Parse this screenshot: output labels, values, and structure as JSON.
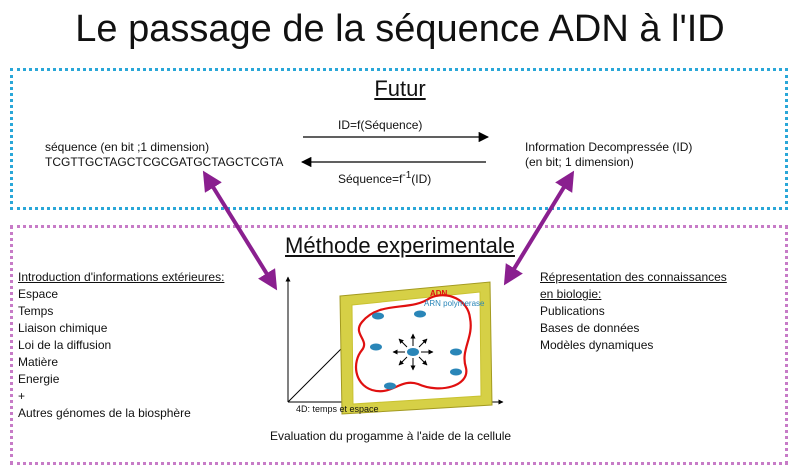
{
  "title": "Le passage de la séquence ADN à l'ID",
  "futur": {
    "heading": "Futur",
    "left_line1": "séquence (en bit ;1 dimension)",
    "left_line2": "TCGTTGCTAGCTCGCGATGCTAGCTCGTA",
    "right_line1": "Information  Decompressée (ID)",
    "right_line2": "(en bit; 1 dimension)",
    "arrow_top_label": "ID=f(Séquence)",
    "arrow_bottom_label_pre": "Séquence=f",
    "arrow_bottom_label_sup": "-1",
    "arrow_bottom_label_post": "(ID)"
  },
  "methode": {
    "heading": "Méthode experimentale",
    "left_heading": "Introduction d'informations extérieures:",
    "left_items": [
      "Espace",
      "Temps",
      "Liaison chimique",
      "Loi de la diffusion",
      "Matière",
      "Energie",
      "+",
      "Autres génomes de la biosphère"
    ],
    "right_heading_line1": "Répresentation des connaissances",
    "right_heading_line2": "en biologie:",
    "right_items": [
      "Publications",
      "Bases de données",
      "Modèles dynamiques"
    ],
    "cell_label_adn": "ADN",
    "cell_label_arn": "ARN polymerase",
    "axis_label": "4D:  temps et espace",
    "caption": "Evaluation du progamme à l'aide de la cellule"
  },
  "colors": {
    "futur_border": "#2aa7d8",
    "methode_border": "#c77bc7",
    "purple_arrow": "#8a1f8f",
    "cell_wall": "#d9d94a",
    "dna": "#e01010",
    "molecule": "#2a86b8"
  }
}
